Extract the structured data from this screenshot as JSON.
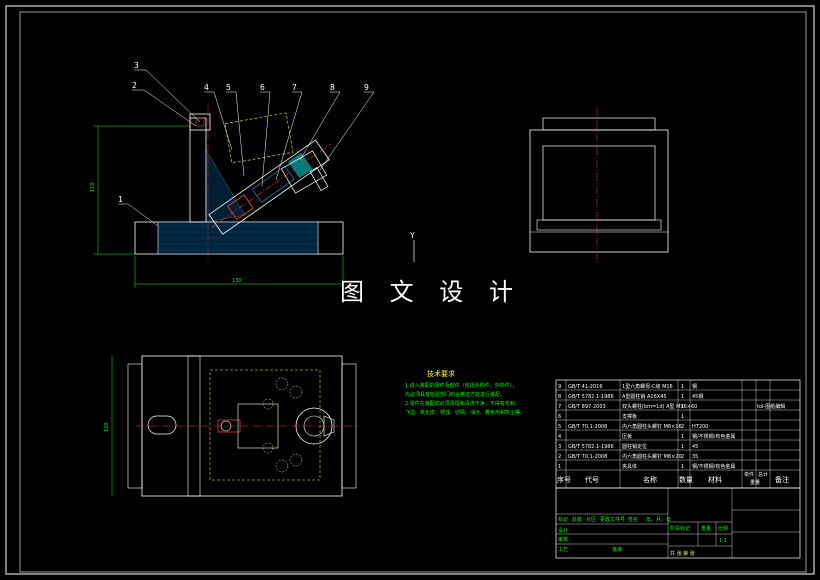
{
  "watermark": "图 文 设 计",
  "axis_label": "Y",
  "balloons": [
    "1",
    "2",
    "3",
    "4",
    "5",
    "6",
    "7",
    "8",
    "9"
  ],
  "dims": {
    "height": "110",
    "width": "130",
    "top_height": "120"
  },
  "tech_requirements": {
    "title": "技术要求",
    "lines": [
      "1.进入装配的零件及部件（包括外购件、外协件），",
      "  均必须具有检验部门的合格证方能进行装配。",
      "2.零件在装配前必须清理和清洗干净，不得有毛刺、",
      "  飞边、氧化皮、锈蚀、切屑、油污、着色剂和灰尘等。"
    ]
  },
  "bom_rows": [
    {
      "idx": "9",
      "code": "GB/T 41-2016",
      "name": "1型六角螺母-C级 M16",
      "qty": "1",
      "mat": "钢",
      "note": ""
    },
    {
      "idx": "8",
      "code": "GB/T 5782.1-1986",
      "name": "A型圆柱销 A16X45",
      "qty": "1",
      "mat": "45钢",
      "note": ""
    },
    {
      "idx": "7",
      "code": "GB/T 897-2003",
      "name": "双头螺柱(bm=1d) A型 M16×60",
      "qty": "1",
      "mat": "",
      "note": "tol-图纸编辑"
    },
    {
      "idx": "6",
      "code": "",
      "name": "支撑板",
      "qty": "1",
      "mat": "",
      "note": ""
    },
    {
      "idx": "5",
      "code": "GB/T 70.1-2008",
      "name": "内六角圆柱头螺钉 M8×16",
      "qty": "2",
      "mat": "HT200",
      "note": ""
    },
    {
      "idx": "4",
      "code": "",
      "name": "压板",
      "qty": "1",
      "mat": "钢/不锈钢/有色金属",
      "note": ""
    },
    {
      "idx": "3",
      "code": "GB/T 5782.1-1986",
      "name": "圆柱销定位",
      "qty": "1",
      "mat": "45",
      "note": ""
    },
    {
      "idx": "2",
      "code": "GB/T 70.1-2008",
      "name": "内六角圆柱头螺钉 M8×20",
      "qty": "2",
      "mat": "35",
      "note": ""
    },
    {
      "idx": "1",
      "code": "",
      "name": "夹具体",
      "qty": "1",
      "mat": "钢/不锈钢/有色金属",
      "note": ""
    }
  ],
  "bom_header": {
    "idx": "序号",
    "code": "代号",
    "name": "名称",
    "qty": "数量",
    "mat": "材料",
    "single": "单件",
    "total": "总计",
    "weight": "重量",
    "note": "备注"
  },
  "title_block": {
    "row1": [
      "标记",
      "处数",
      "分区",
      "更改文件号",
      "签名",
      "年、月、日"
    ],
    "design": "设计",
    "audit": "审核",
    "craft": "工艺",
    "approve": "批准",
    "stage": "阶段标记",
    "weight": "重量",
    "scale": "比例",
    "scale_val": "1:1",
    "sheets": "共  张  第  张"
  }
}
